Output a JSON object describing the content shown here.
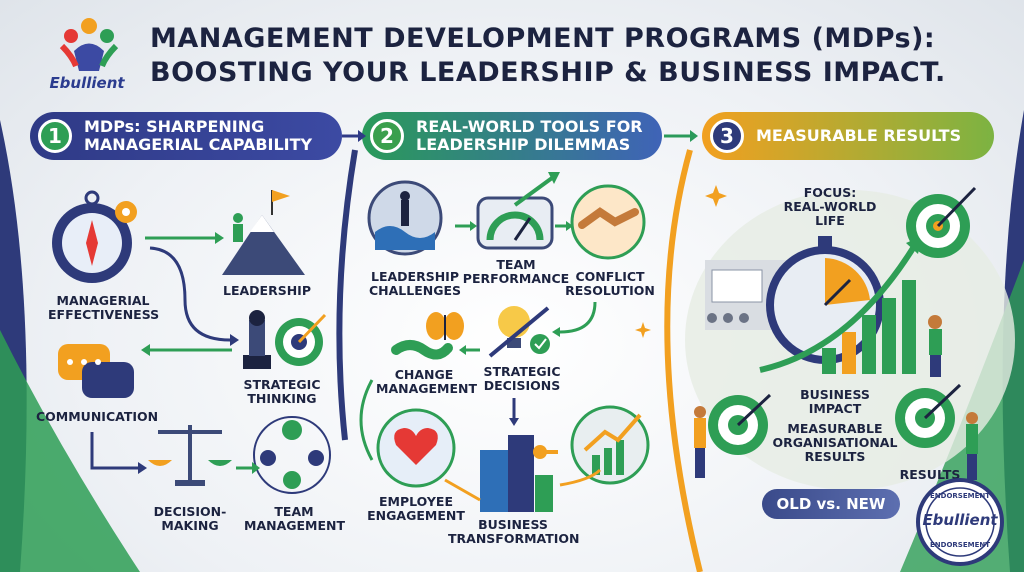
{
  "header": {
    "title_line1": "MANAGEMENT DEVELOPMENT PROGRAMS (MDPs):",
    "title_line2": "BOOSTING YOUR LEADERSHIP & BUSINESS IMPACT.",
    "logo_text": "Ebullient"
  },
  "sections": [
    {
      "number": "1",
      "title": "MDPs: SHARPENING\nMANAGERIAL CAPABILITY",
      "color": "#2f3a86"
    },
    {
      "number": "2",
      "title": "REAL-WORLD TOOLS FOR\nLEADERSHIP DILEMMAS",
      "color": "#2a9a5a"
    },
    {
      "number": "3",
      "title": "MEASURABLE RESULTS",
      "color": "#f2a020"
    }
  ],
  "section1": {
    "managerial_effectiveness": "MANAGERIAL\nEFFECTIVENESS",
    "leadership": "LEADERSHIP",
    "strategic_thinking": "STRATEGIC\nTHINKING",
    "communication": "COMMUNICATION",
    "decision_making": "DECISION-\nMAKING",
    "team_management": "TEAM\nMANAGEMENT"
  },
  "section2": {
    "leadership_challenges": "LEADERSHIP\nCHALLENGES",
    "team_performance": "TEAM\nPERFORMANCE",
    "conflict_resolution": "CONFLICT\nRESOLUTION",
    "change_management": "CHANGE\nMANAGEMENT",
    "strategic_decisions": "STRATEGIC\nDECISIONS",
    "employee_engagement": "EMPLOYEE\nENGAGEMENT",
    "business_transformation": "BUSINESS\nTRANSFORMATION"
  },
  "section3": {
    "focus": "FOCUS:\nREAL-WORLD\nLIFE",
    "business_impact": "BUSINESS\nIMPACT",
    "measurable_results": "MEASURABLE\nORGANISATIONAL\nRESULTS",
    "results": "RESULTS",
    "old_vs_new": "OLD vs. NEW"
  },
  "stamp": {
    "top": "ENDORSEMENT",
    "center": "Ebullient",
    "bottom": "ENDORSEMENT"
  },
  "colors": {
    "navy": "#1c2340",
    "green": "#2e9e55",
    "orange": "#f2a020",
    "blue": "#2f3a86"
  }
}
